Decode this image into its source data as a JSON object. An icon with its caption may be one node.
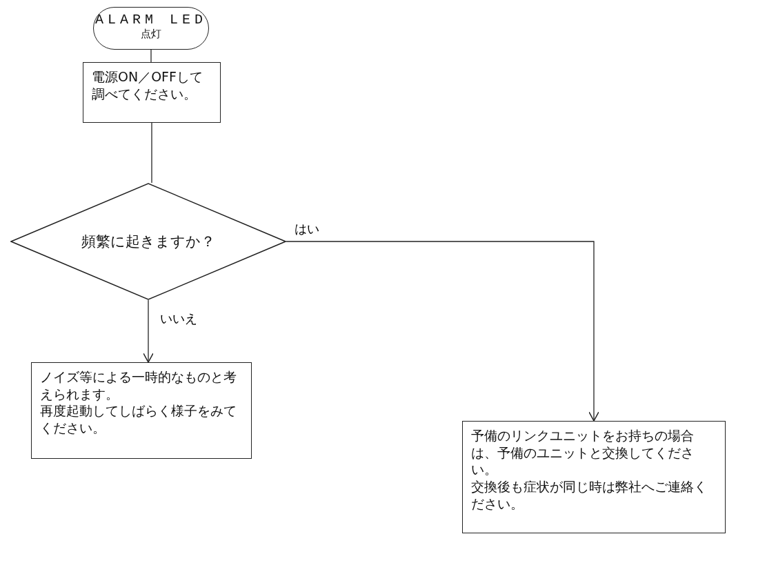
{
  "diagram": {
    "nodes": [
      {
        "text": [
          "ALARM LED",
          "点灯"
        ]
      },
      {
        "text": [
          "電源ON／OFFして調べてください。"
        ]
      },
      {
        "text": [
          "頻繁に起きますか？"
        ]
      },
      {
        "text": [
          "ノイズ等による一時的なものと考えられます。",
          "再度起動してしばらく様子をみてください。"
        ]
      },
      {
        "text": [
          "予備のリンクユニットをお持ちの場合は、予備のユニットと交換してください。",
          "交換後も症状が同じ時は弊社へご連絡ください。"
        ]
      }
    ],
    "edges": [
      {
        "from": 0,
        "to": 1,
        "arrow": "none"
      },
      {
        "from": 1,
        "to": 2,
        "arrow": "none"
      },
      {
        "from": 2,
        "to": 3,
        "arrow": "to",
        "label": "いいえ"
      },
      {
        "from": 2,
        "to": 4,
        "arrow": "to",
        "label": "はい"
      }
    ]
  }
}
